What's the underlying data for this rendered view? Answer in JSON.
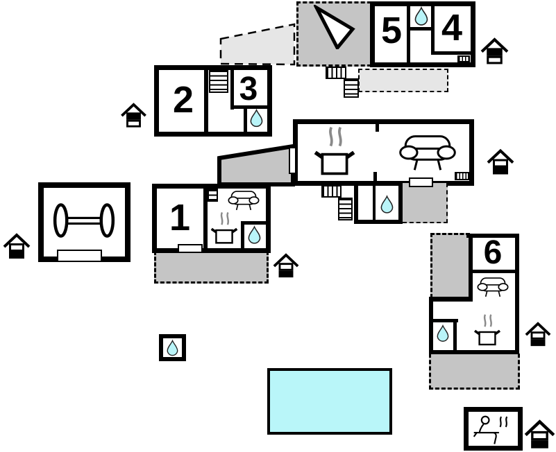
{
  "canvas": {
    "background": "#ffffff"
  },
  "room_labels": {
    "r1": "1",
    "r2": "2",
    "r3": "3",
    "r4": "4",
    "r5": "5",
    "r6": "6"
  },
  "colors": {
    "wall": "#000000",
    "terrace_dark": "#c5c5c5",
    "terrace_light": "#e6e6e6",
    "water": "#b9f4f8",
    "pool": "#b9f6f9",
    "steam": "#8a8a8a"
  },
  "icons": {
    "water-drop-icon": "bathroom",
    "cooking-pot-icon": "kitchen",
    "sofa-icon": "seating area",
    "dumbbell-icon": "fitness room",
    "sauna-person-icon": "sauna",
    "house-entrance-icon": "entrance",
    "stairs-icon": "stairs",
    "radiator-icon": "radiator",
    "north-arrow-icon": "orientation arrow",
    "pool-area": "swimming pool"
  },
  "counts": {
    "entrances": 7,
    "bathrooms": 6,
    "kitchens": 3,
    "sofas": 3,
    "radiators": 2
  }
}
